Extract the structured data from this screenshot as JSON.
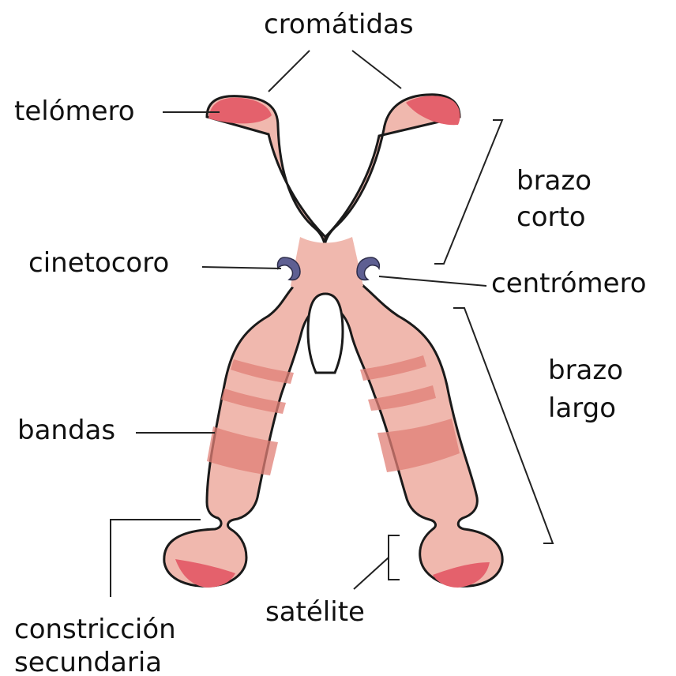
{
  "labels": {
    "cromatidas": "cromátidas",
    "telomero": "telómero",
    "brazo_corto_1": "brazo",
    "brazo_corto_2": "corto",
    "cinetocoro": "cinetocoro",
    "centromero": "centrómero",
    "brazo_largo_1": "brazo",
    "brazo_largo_2": "largo",
    "bandas": "bandas",
    "constriccion_1": "constricción",
    "constriccion_2": "secundaria",
    "satelite": "satélite"
  },
  "colors": {
    "chromatid_fill": "#f0b8ae",
    "band": "#e07f75",
    "telomere": "#e4616c",
    "kinetochore": "#5e5f92",
    "outline": "#1a1a1a"
  }
}
